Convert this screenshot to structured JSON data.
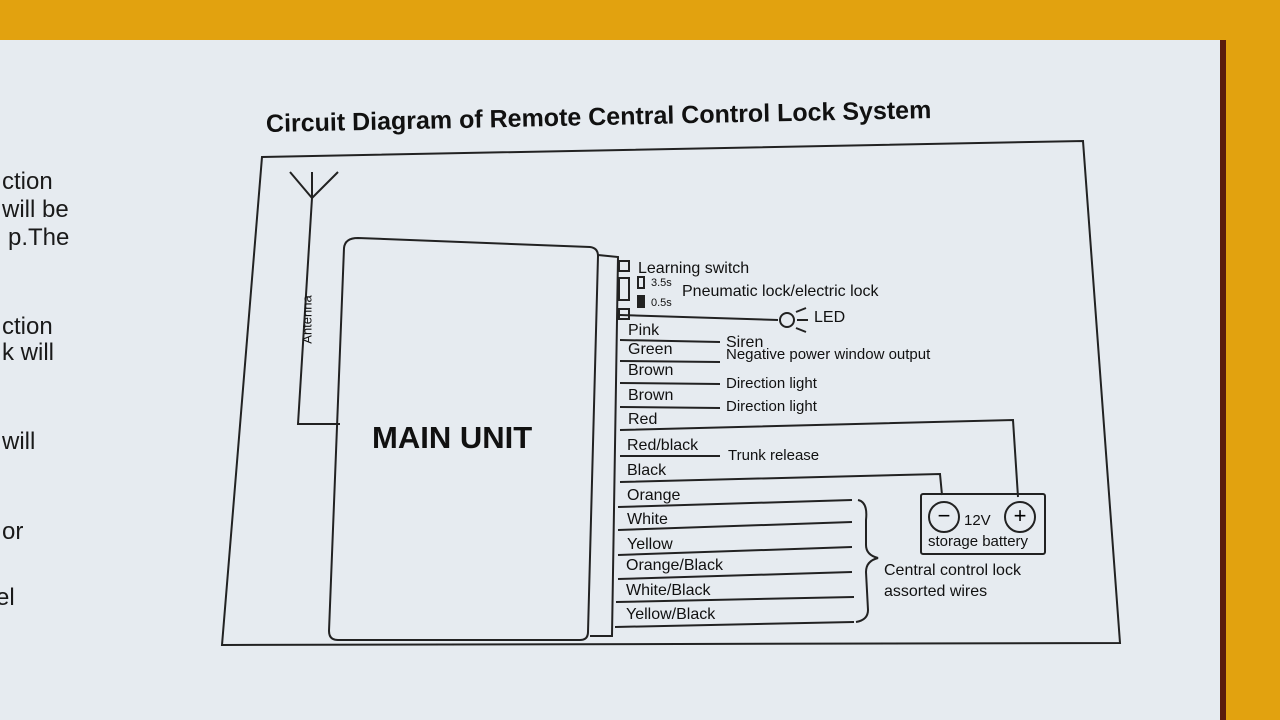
{
  "left_column": {
    "lines": [
      "ction",
      "will be",
      "p.The",
      "ction",
      "k will",
      "will",
      "or",
      "el"
    ]
  },
  "title": "Circuit Diagram of Remote Central Control Lock System",
  "main_unit_label": "MAIN UNIT",
  "antenna_label": "Antenna",
  "learning_switch": "Learning switch",
  "jumper": {
    "option_a": "3.5s",
    "option_b": "0.5s",
    "label": "Pneumatic lock/electric lock"
  },
  "led_label": "LED",
  "wires": {
    "pink": "Pink",
    "green": "Green",
    "brown1": "Brown",
    "brown2": "Brown",
    "red": "Red",
    "red_black": "Red/black",
    "black": "Black",
    "orange": "Orange",
    "white": "White",
    "yellow": "Yellow",
    "orange_black": "Orange/Black",
    "white_black": "White/Black",
    "yellow_black": "Yellow/Black"
  },
  "functions": {
    "siren": "Siren",
    "window": "Negative power window output",
    "direction1": "Direction light",
    "direction2": "Direction light",
    "trunk": "Trunk release",
    "central_lock_line1": "Central control lock",
    "central_lock_line2": "assorted wires"
  },
  "battery": {
    "minus": "−",
    "plus": "+",
    "voltage": "12V",
    "label": "storage battery"
  }
}
